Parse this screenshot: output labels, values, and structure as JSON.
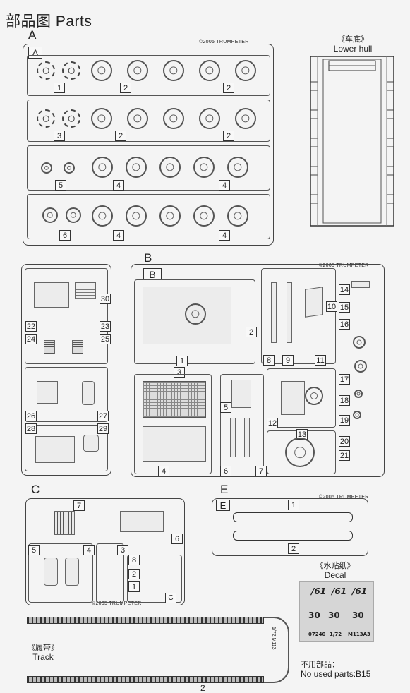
{
  "page": {
    "title": "部品图  Parts",
    "page_number": "2"
  },
  "sprue_a": {
    "letter": "A",
    "inner_letter": "A",
    "copyright": "©2005 TRUMPETER",
    "labels": [
      "1",
      "2",
      "2",
      "3",
      "2",
      "2",
      "5",
      "4",
      "4",
      "6",
      "4",
      "4"
    ]
  },
  "lower_hull": {
    "caption_cn": "《车底》",
    "caption_en": "Lower hull"
  },
  "sprue_b": {
    "letter": "B",
    "inner_letter": "B",
    "copyright": "©2005 TRUMPETER",
    "labels": [
      "30",
      "22",
      "23",
      "24",
      "25",
      "26",
      "27",
      "28",
      "29",
      "1",
      "2",
      "3",
      "4",
      "5",
      "6",
      "7",
      "8",
      "9",
      "10",
      "11",
      "12",
      "13",
      "14",
      "15",
      "16",
      "17",
      "18",
      "19",
      "20",
      "21"
    ]
  },
  "sprue_c": {
    "letter": "C",
    "inner_letter": "C",
    "copyright": "©2005 TRUMPETER",
    "labels": [
      "7",
      "6",
      "5",
      "4",
      "3",
      "8",
      "2",
      "1"
    ]
  },
  "sprue_e": {
    "letter": "E",
    "inner_letter": "E",
    "copyright": "©2005 TRUMPETER",
    "labels": [
      "1",
      "2"
    ]
  },
  "decal": {
    "caption_cn": "《水贴纸》",
    "caption_en": "Decal",
    "marks": [
      "/61",
      "/61",
      "/61",
      "30",
      "30",
      "30"
    ],
    "code": "07240",
    "scale": "1/72",
    "model": "M113A3"
  },
  "track": {
    "caption_cn": "《履带》",
    "caption_en": "Track",
    "side_label": "1/72 M113"
  },
  "unused": {
    "label_cn": "不用部品：",
    "label_en": "No used parts:B15"
  }
}
